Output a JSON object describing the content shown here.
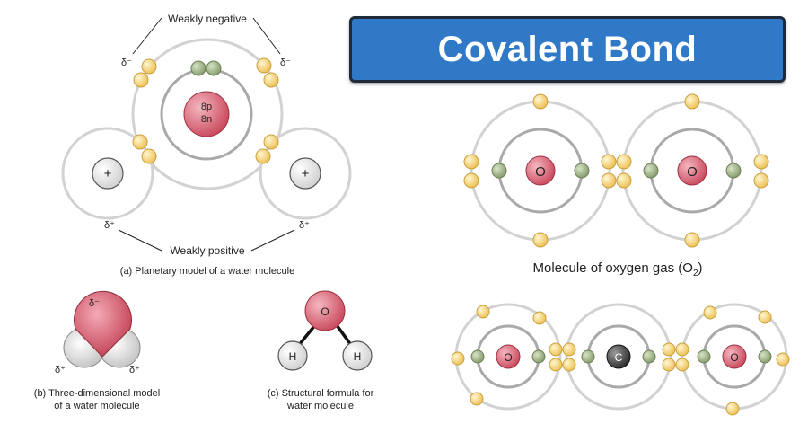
{
  "banner": {
    "title": "Covalent Bond"
  },
  "planetary": {
    "top_label": "Weakly negative",
    "bottom_label": "Weakly positive",
    "delta_minus": "δ⁻",
    "delta_plus": "δ⁺",
    "nucleus_protons": "8p",
    "nucleus_neutrons": "8n",
    "hydrogen_nucleus": "+",
    "caption": "(a) Planetary model of a water molecule"
  },
  "three_d": {
    "delta_minus": "δ⁻",
    "delta_plus": "δ⁺",
    "caption_line1": "(b) Three-dimensional model",
    "caption_line2": "of a water molecule"
  },
  "structural": {
    "oxygen": "O",
    "hydrogen": "H",
    "caption_line1": "(c) Structural formula for",
    "caption_line2": "water molecule"
  },
  "oxygen_gas": {
    "atom_label": "O",
    "caption_prefix": "Molecule of oxygen gas (O",
    "caption_sub": "2",
    "caption_suffix": ")"
  },
  "co2": {
    "oxygen": "O",
    "carbon": "C"
  },
  "colors": {
    "banner_bg": "#2f79c7",
    "electron_yellow": "#f7d77c",
    "electron_green": "#a3b58d",
    "nucleus_red": "#d85c6e",
    "carbon_dark": "#444444",
    "shell_grey": "#d0d0d0",
    "inner_shell_grey": "#b0b0b0"
  }
}
